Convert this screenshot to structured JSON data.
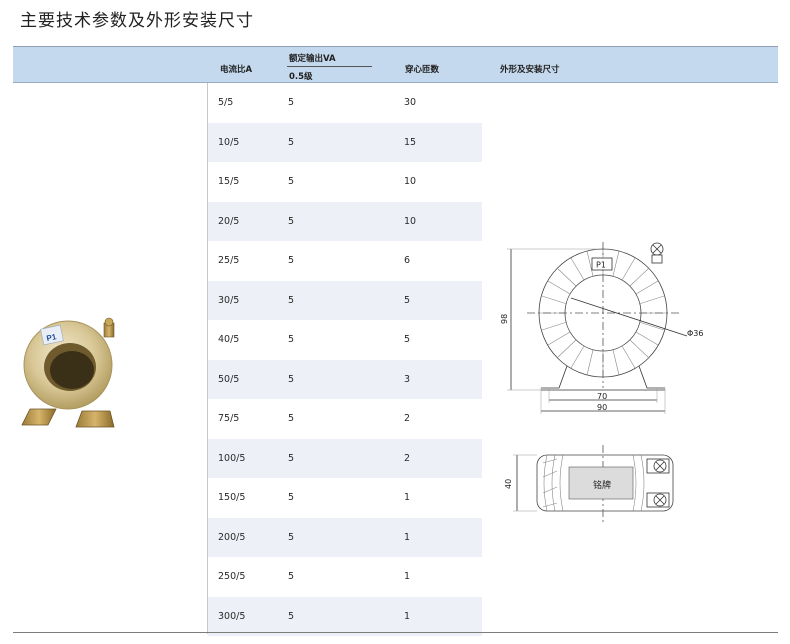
{
  "title": "主要技术参数及外形安装尺寸",
  "table": {
    "headers": {
      "ratio": "电流比A",
      "rated_output": "额定输出VA",
      "accuracy_class": "0.5级",
      "turns": "穿心匝数",
      "dims": "外形及安装尺寸"
    },
    "rows": [
      {
        "ratio": "5/5",
        "va": "5",
        "turns": "30"
      },
      {
        "ratio": "10/5",
        "va": "5",
        "turns": "15"
      },
      {
        "ratio": "15/5",
        "va": "5",
        "turns": "10"
      },
      {
        "ratio": "20/5",
        "va": "5",
        "turns": "10"
      },
      {
        "ratio": "25/5",
        "va": "5",
        "turns": "6"
      },
      {
        "ratio": "30/5",
        "va": "5",
        "turns": "5"
      },
      {
        "ratio": "40/5",
        "va": "5",
        "turns": "5"
      },
      {
        "ratio": "50/5",
        "va": "5",
        "turns": "3"
      },
      {
        "ratio": "75/5",
        "va": "5",
        "turns": "2"
      },
      {
        "ratio": "100/5",
        "va": "5",
        "turns": "2"
      },
      {
        "ratio": "150/5",
        "va": "5",
        "turns": "1"
      },
      {
        "ratio": "200/5",
        "va": "5",
        "turns": "1"
      },
      {
        "ratio": "250/5",
        "va": "5",
        "turns": "1"
      },
      {
        "ratio": "300/5",
        "va": "5",
        "turns": "1"
      }
    ]
  },
  "drawing": {
    "terminal_label": "P1",
    "height_dim": "98",
    "inner_width_dim": "70",
    "outer_width_dim": "90",
    "bore_dim": "Φ36",
    "depth_dim": "40",
    "nameplate_label": "铭牌"
  },
  "photo": {
    "terminal_label": "P1"
  }
}
